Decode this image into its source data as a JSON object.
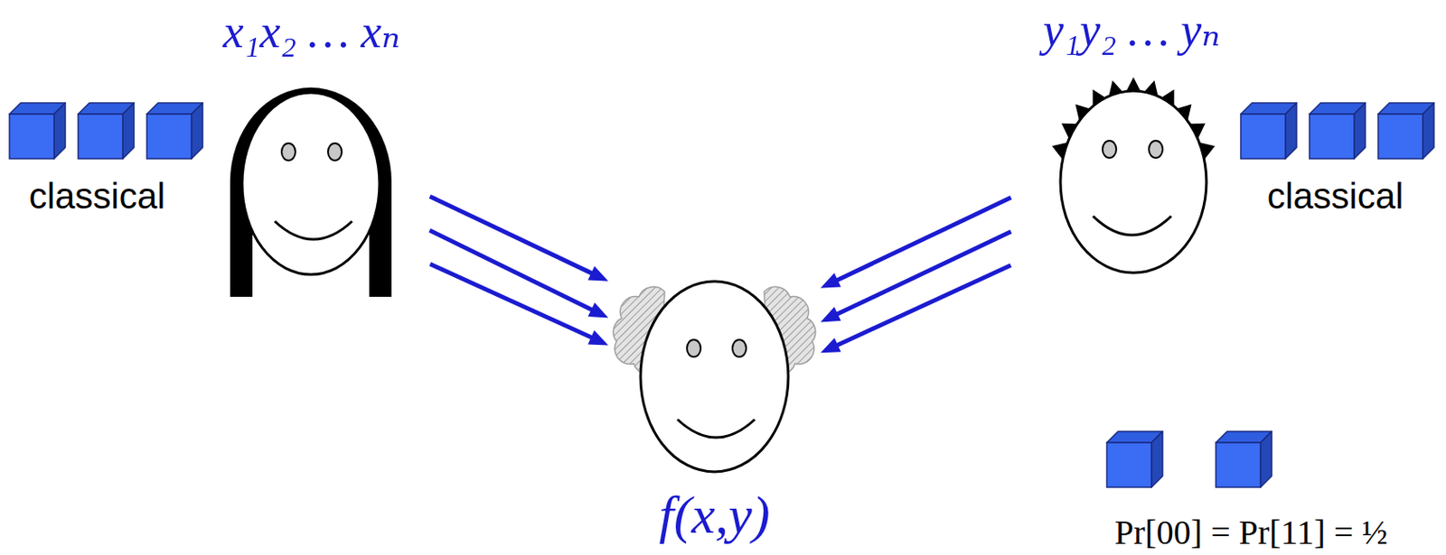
{
  "diagram": {
    "nodes": [
      {
        "text": [
          "x₁x₂ … xₙ"
        ]
      },
      {
        "text": [
          "y₁y₂ … yₙ"
        ]
      },
      {
        "text": [
          "f(x,y)"
        ]
      }
    ],
    "edges": [
      {
        "from": 0,
        "to": 2,
        "arrow": "to"
      },
      {
        "from": 0,
        "to": 2,
        "arrow": "to"
      },
      {
        "from": 0,
        "to": 2,
        "arrow": "to"
      },
      {
        "from": 1,
        "to": 2,
        "arrow": "to"
      },
      {
        "from": 1,
        "to": 2,
        "arrow": "to"
      },
      {
        "from": 1,
        "to": 2,
        "arrow": "to"
      }
    ],
    "labels": [
      "classical",
      "classical",
      "Pr[00] = Pr[11] = ½"
    ]
  }
}
